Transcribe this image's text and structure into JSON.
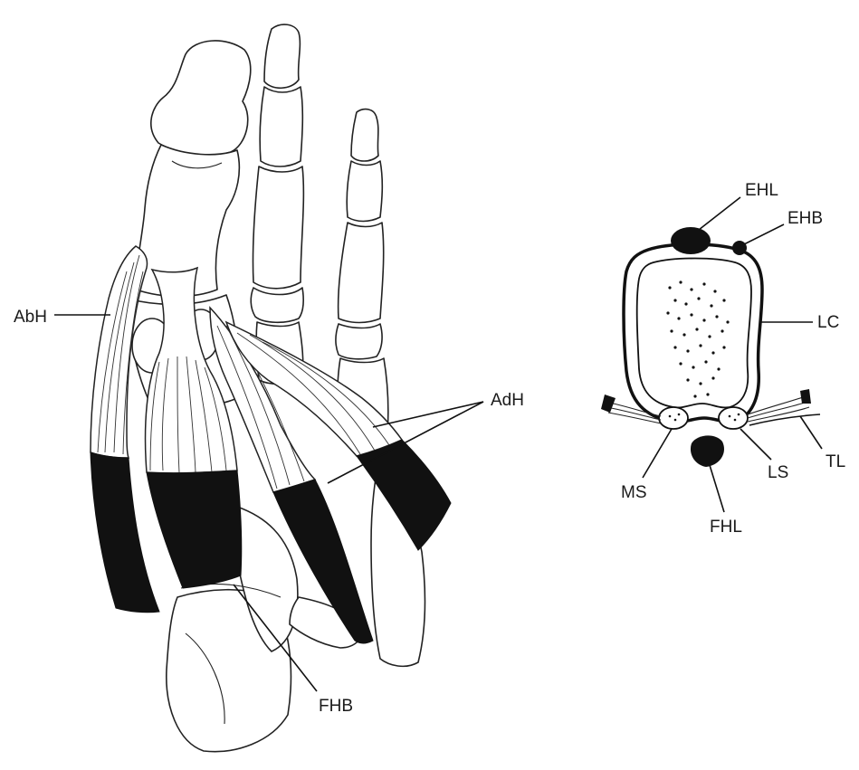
{
  "foot_diagram": {
    "labels": {
      "abh": "AbH",
      "adh": "AdH",
      "fhb": "FHB"
    }
  },
  "cross_section": {
    "labels": {
      "ehl": "EHL",
      "ehb": "EHB",
      "lc": "LC",
      "ms": "MS",
      "ls": "LS",
      "fhl": "FHL",
      "tl": "TL"
    }
  }
}
